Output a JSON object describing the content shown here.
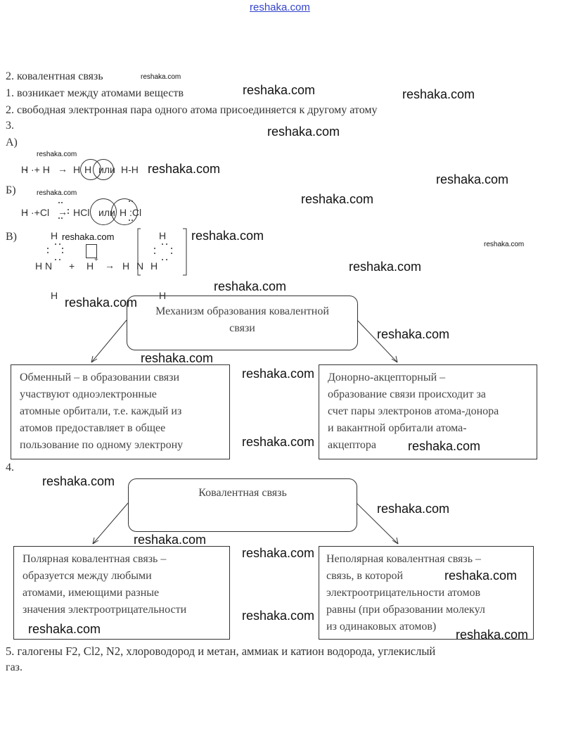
{
  "site_link": "reshaka.com",
  "lines": {
    "title": "2. ковалентная связь",
    "p1": "1. возникает между атомами веществ",
    "p2": "2. свободная электронная пара одного атома присоединяется к другому атому",
    "p3": "3.",
    "a": "А)",
    "b": "Б)",
    "v": "В)",
    "p4": "4.",
    "p5": "5. галогены F2, Cl2, N2, хлороводород и метан, аммиак и катион водорода, углекислый",
    "p5b": "газ."
  },
  "equations": {
    "a": "H ·+ H → H(H)или H-H",
    "a_parts": [
      "H ·+ H",
      "→",
      "H",
      "H",
      "или",
      "H-H"
    ],
    "b_parts": [
      "H ·+Cl",
      "→",
      "HCl",
      "или",
      "H",
      ":Cl"
    ],
    "v_parts": [
      "H",
      "H N",
      "+",
      "H",
      "+",
      "→",
      "H",
      "N",
      "H",
      "H",
      "H",
      "H"
    ]
  },
  "diagram1": {
    "root": [
      "Механизм образования ковалентной",
      "связи"
    ],
    "left": [
      "Обменный – в образовании связи",
      "участвуют одноэлектронные",
      "атомные орбитали, т.е. каждый из",
      "атомов предоставляет в общее",
      "пользование по одному электрону"
    ],
    "right": [
      "Донорно-акцепторный –",
      "образование связи происходит за",
      "счет пары электронов атома-донора",
      "и вакантной орбитали атома-",
      "акцептора"
    ]
  },
  "diagram2": {
    "root": "Ковалентная связь",
    "left": [
      "Полярная ковалентная связь –",
      "образуется между любыми",
      "атомами, имеющими разные",
      "значения электроотрицательности"
    ],
    "right": [
      "Неполярная ковалентная связь –",
      "связь, в которой",
      "электроотрицательности атомов",
      "равны (при образовании молекул",
      "из одинаковых атомов)"
    ]
  },
  "watermark": "reshaka.com"
}
